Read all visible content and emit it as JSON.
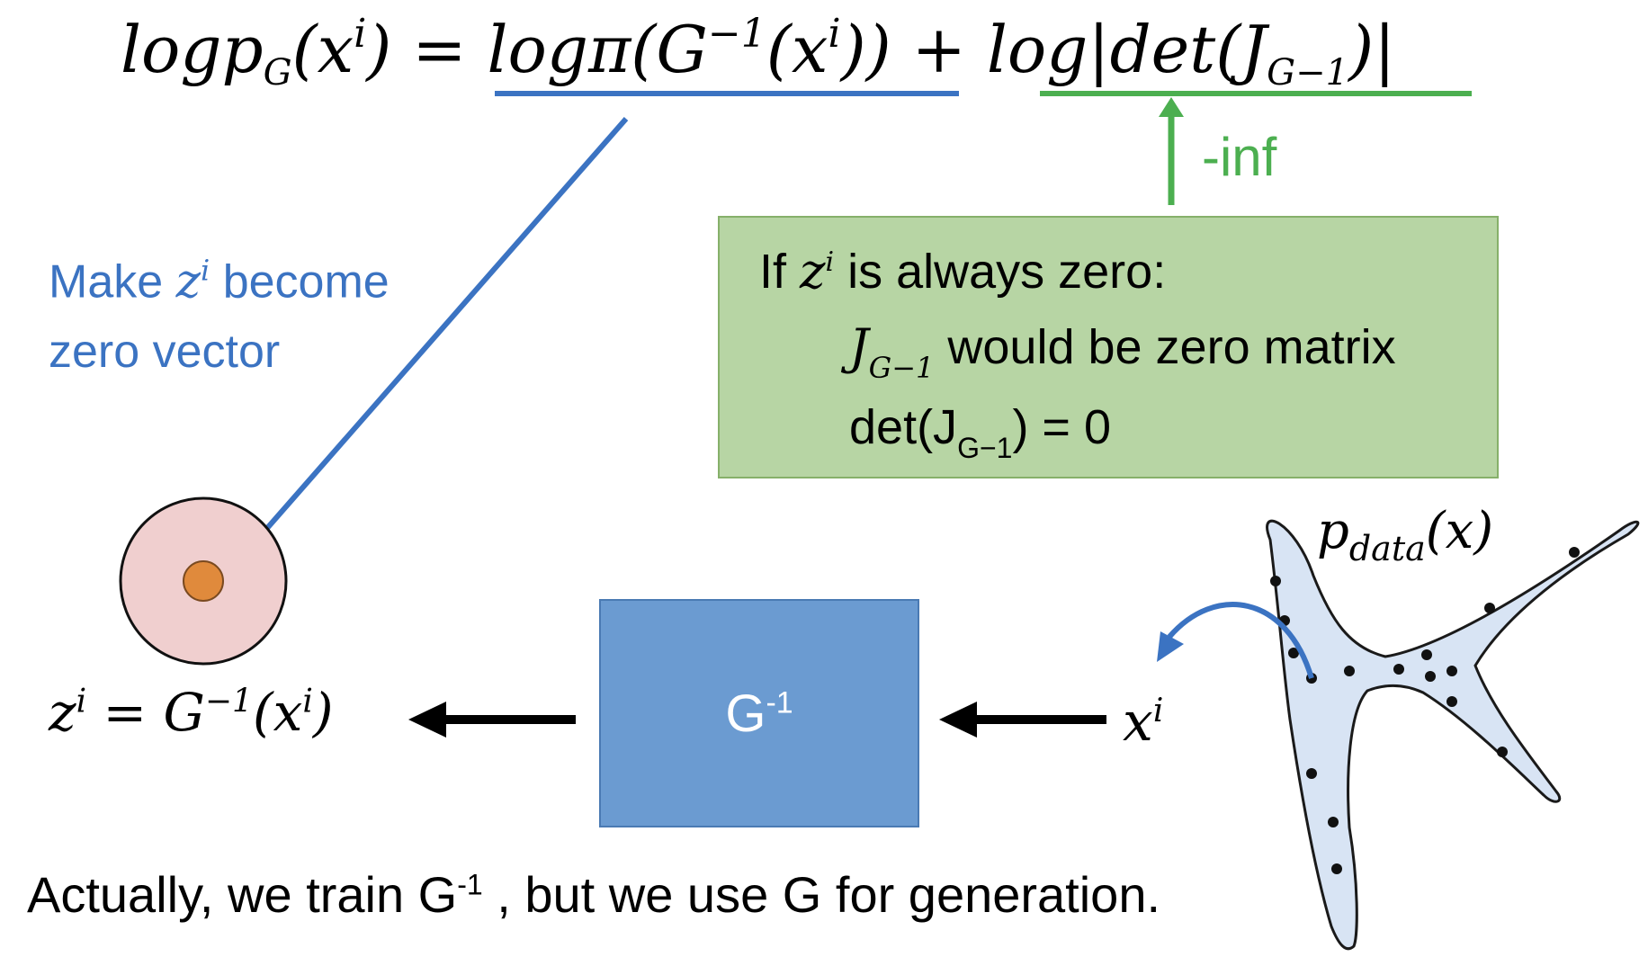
{
  "formula": {
    "lhs_log": "logp",
    "lhs_sub": "G",
    "lhs_arg_open": "(",
    "lhs_x": "x",
    "lhs_sup": "i",
    "lhs_arg_close": ")",
    "eq": " = ",
    "term1_log": "logπ",
    "term1_open": "(",
    "term1_G": "G",
    "term1_inv": "−1",
    "term1_inner_open": "(",
    "term1_x": "x",
    "term1_sup": "i",
    "term1_close": "))",
    "plus": " + ",
    "term2_log": "log|det(J",
    "term2_sub": "G−1",
    "term2_close": ")|"
  },
  "inf_label": "-inf",
  "make_text": {
    "line1_pre": "Make ",
    "line1_var": "z",
    "line1_sup": "i",
    "line1_post": " become",
    "line2": "zero vector"
  },
  "green_box": {
    "line1_pre": "If ",
    "line1_var": "z",
    "line1_sup": "i",
    "line1_post": " is always zero:",
    "line2_var": "J",
    "line2_sub": "G−1",
    "line2_post": " would be zero matrix",
    "line3_pre": "det(J",
    "line3_sub": "G−1",
    "line3_post": ") = 0"
  },
  "g_box": {
    "label": "G",
    "sup": "-1"
  },
  "z_equation": {
    "z": "z",
    "z_sup": "i",
    "eq": " = G",
    "g_sup": "−1",
    "arg_open": "(x",
    "x_sup": "i",
    "arg_close": ")"
  },
  "x_label": {
    "x": "x",
    "sup": "i"
  },
  "pdata_label": {
    "p": "p",
    "sub": "data",
    "arg": "(x)"
  },
  "bottom_text": {
    "pre": "Actually, we train G",
    "sup": "-1",
    "post": " , but we use G for generation."
  },
  "colors": {
    "blue_accent": "#3b73c2",
    "green_accent": "#4caf50",
    "green_box_fill": "#b7d5a4",
    "g_box_fill": "#6b9bd1",
    "circle_fill": "#f0cfcf",
    "dot_fill": "#e08a3c",
    "shape_fill": "#d8e4f4"
  }
}
